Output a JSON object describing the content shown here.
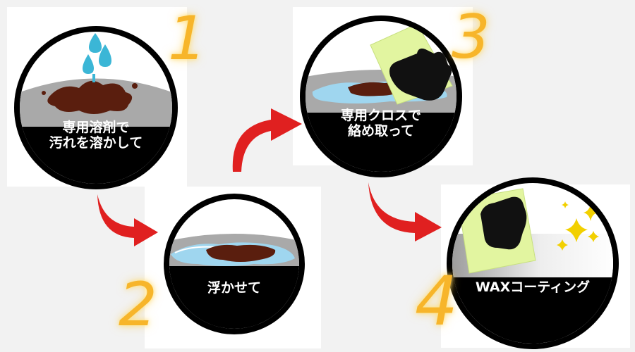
{
  "steps": [
    {
      "number": "1",
      "label_lines": [
        "専用溶剤で",
        "汚れを溶かして"
      ]
    },
    {
      "number": "2",
      "label_lines": [
        "浮かせて"
      ]
    },
    {
      "number": "3",
      "label_lines": [
        "専用クロスで",
        "絡め取って"
      ]
    },
    {
      "number": "4",
      "label_lines": [
        "WAXコーティング"
      ]
    }
  ],
  "colors": {
    "circle_fill": "#ffffff",
    "circle_border": "#000000",
    "label_band": "#000000",
    "surface": "#a9a9a9",
    "stain": "#5a1e0e",
    "water": "#9fd6ef",
    "drop": "#3bb6d6",
    "cloth": "#e2f5a0",
    "glove": "#111111",
    "arrow": "#e02020",
    "number": "#f7b52a",
    "sparkle": "#f2d000"
  },
  "icons": [
    "water-drops-icon",
    "stain-icon",
    "water-pool-icon",
    "cloth-icon",
    "glove-icon",
    "sparkle-icon",
    "curved-arrow-icon"
  ]
}
